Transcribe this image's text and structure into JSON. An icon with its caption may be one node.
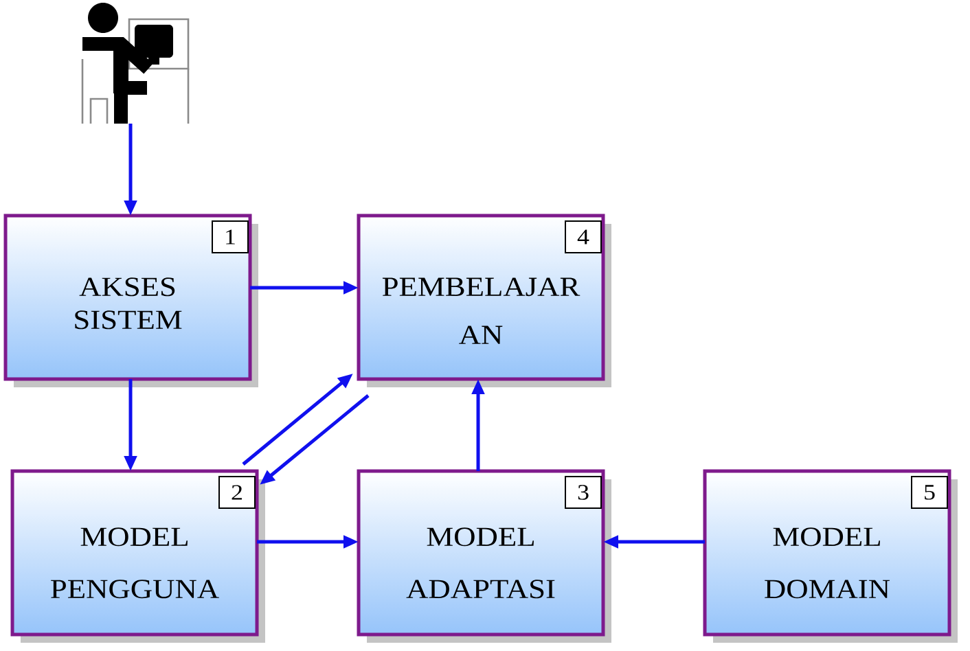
{
  "diagram": {
    "nodes": [
      {
        "text": [],
        "shape": "picture"
      },
      {
        "text": [
          "AKSES SISTEM"
        ]
      },
      {
        "text": [
          "1"
        ],
        "in": 1
      },
      {
        "text": [
          "PEMBELAJAR AN"
        ]
      },
      {
        "text": [
          "4"
        ],
        "in": 3
      },
      {
        "text": [
          "MODEL PENGGUNA"
        ]
      },
      {
        "text": [
          "2"
        ],
        "in": 5
      },
      {
        "text": [
          "MODEL ADAPTASI"
        ]
      },
      {
        "text": [
          "3"
        ],
        "in": 7
      },
      {
        "text": [
          "MODEL DOMAIN"
        ]
      },
      {
        "text": [
          "5"
        ],
        "in": 9
      }
    ],
    "edges": [
      {
        "from": 0,
        "to": 1,
        "arrow": "to"
      },
      {
        "from": 1,
        "to": 3,
        "arrow": "to"
      },
      {
        "from": 1,
        "to": 5,
        "arrow": "to"
      },
      {
        "from": 5,
        "to": 3,
        "arrow": "to"
      },
      {
        "from": 3,
        "to": 5,
        "arrow": "to"
      },
      {
        "from": 7,
        "to": 3,
        "arrow": "to"
      },
      {
        "from": 5,
        "to": 7,
        "arrow": "to"
      },
      {
        "from": 9,
        "to": 7,
        "arrow": "to"
      }
    ]
  }
}
